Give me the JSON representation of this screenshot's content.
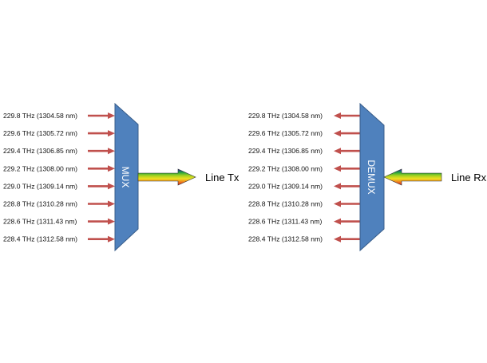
{
  "channels": [
    {
      "label": "229.8 THz  (1304.58 nm)"
    },
    {
      "label": "229.6 THz  (1305.72 nm)"
    },
    {
      "label": "229.4 THz  (1306.85 nm)"
    },
    {
      "label": "229.2 THz  (1308.00 nm)"
    },
    {
      "label": "229.0 THz  (1309.14 nm)"
    },
    {
      "label": "228.8 THz  (1310.28 nm)"
    },
    {
      "label": "228.6 THz  (1311.43 nm)"
    },
    {
      "label": "228.4 THz  (1312.58 nm)"
    }
  ],
  "mux": {
    "label": "MUX",
    "line_label": "Line Tx"
  },
  "demux": {
    "label": "DEMUX",
    "line_label": "Line Rx"
  },
  "colors": {
    "device_fill": "#4f81bd",
    "device_stroke": "#385d8a",
    "channel_arrow": "#c0504d"
  }
}
